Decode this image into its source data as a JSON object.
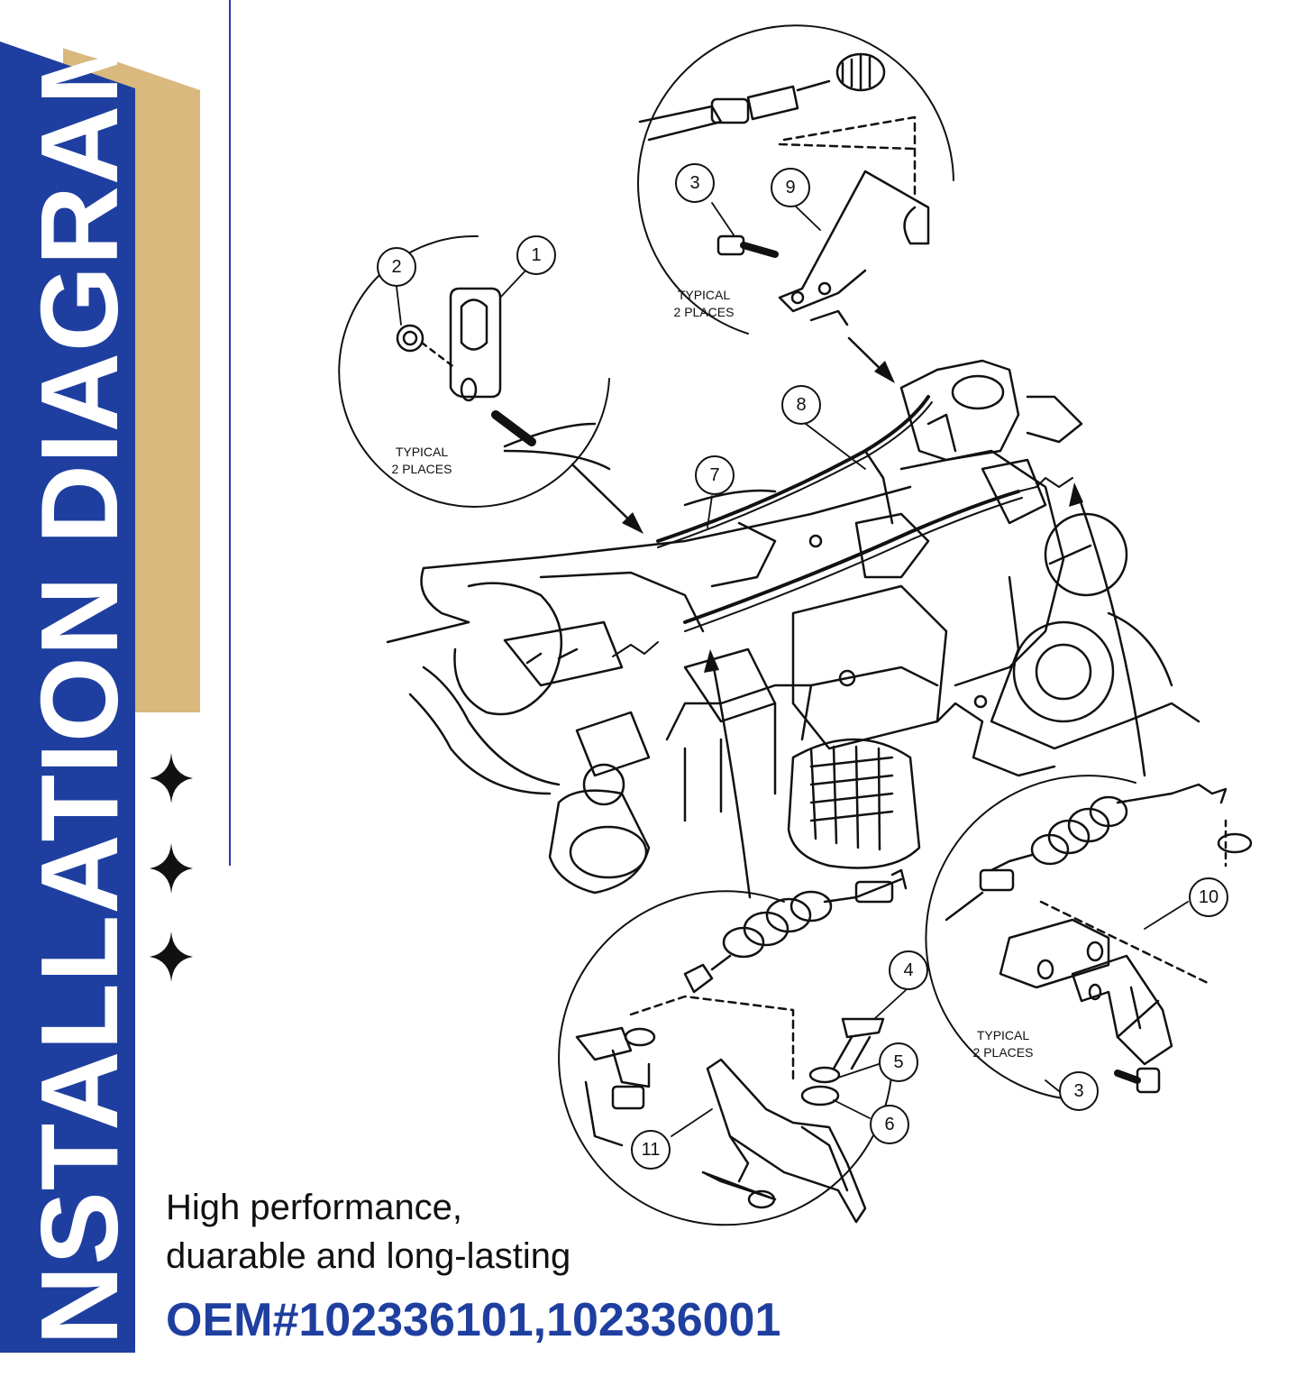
{
  "banner": {
    "title": "INSTALLATION DIAGRAM",
    "colors": {
      "blue": "#1f3fa0",
      "gold": "#d9b97e",
      "line": "#1f3fa0",
      "star": "#111111"
    },
    "decor_icons": [
      "four-point-star-icon",
      "four-point-star-icon",
      "four-point-star-icon"
    ]
  },
  "diagram": {
    "callouts": {
      "c1": "1",
      "c2": "2",
      "c3a": "3",
      "c3b": "3",
      "c4": "4",
      "c5": "5",
      "c6": "6",
      "c7": "7",
      "c8": "8",
      "c9": "9",
      "c10": "10",
      "c11": "11"
    },
    "typical_notes": {
      "n1": [
        "TYPICAL",
        "2 PLACES"
      ],
      "n2": [
        "TYPICAL",
        "2 PLACES"
      ],
      "n3": [
        "TYPICAL",
        "2 PLACES"
      ]
    }
  },
  "footer": {
    "tagline_line1": "High performance,",
    "tagline_line2": "duarable and long-lasting",
    "oem": "OEM#102336101,102336001"
  }
}
